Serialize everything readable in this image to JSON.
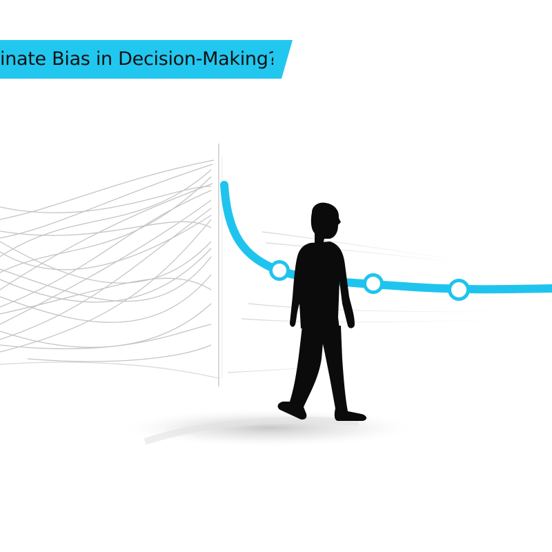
{
  "banner": {
    "title": "inate Bias in Decision-Making?",
    "color": "#22c7ef"
  },
  "illustration": {
    "accent_color": "#1fc4ee",
    "line_color": "#c4c4c4",
    "figure_color": "#0b0b0b",
    "path_markers": 3,
    "icons": [
      "walking-person-figure",
      "tangled-lines",
      "clear-path-line",
      "path-marker-ring"
    ]
  }
}
